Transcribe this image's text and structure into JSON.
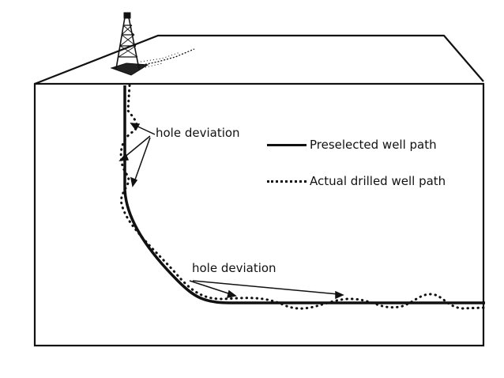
{
  "labels": {
    "upper_deviation": "hole deviation",
    "lower_deviation": "hole deviation"
  },
  "legend": {
    "preselected": "Preselected well path",
    "actual": "Actual drilled well path"
  },
  "icons": {
    "rig": "drilling-rig-icon"
  },
  "colors": {
    "ink": "#111111",
    "background": "#ffffff"
  }
}
